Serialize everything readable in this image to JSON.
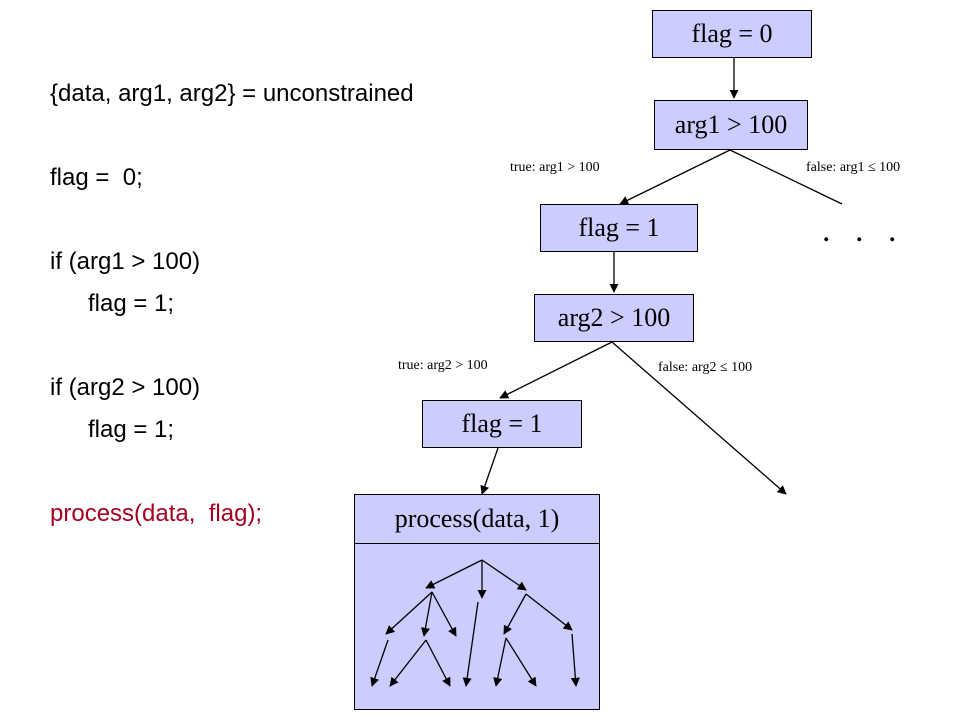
{
  "code": {
    "line1": "{data, arg1, arg2} = unconstrained",
    "line2": "flag =  0;",
    "line3": "if (arg1 > 100)",
    "line4": "flag = 1;",
    "line5": "if (arg2 > 100)",
    "line6": "flag = 1;",
    "line7": "process(data,  flag);",
    "line7_color": "#a50021"
  },
  "tree": {
    "node_flag0": "flag = 0",
    "node_arg1": "arg1 > 100",
    "node_flag1_a": "flag = 1",
    "node_arg2": "arg2 > 100",
    "node_flag1_b": "flag = 1",
    "node_process": "process(data, 1)",
    "label_true1": "true: arg1 > 100",
    "label_false1": "false: arg1 ≤ 100",
    "label_true2": "true: arg2 > 100",
    "label_false2": "false: arg2 ≤ 100",
    "ellipsis": ". . .",
    "box_color": "#ccccff"
  }
}
